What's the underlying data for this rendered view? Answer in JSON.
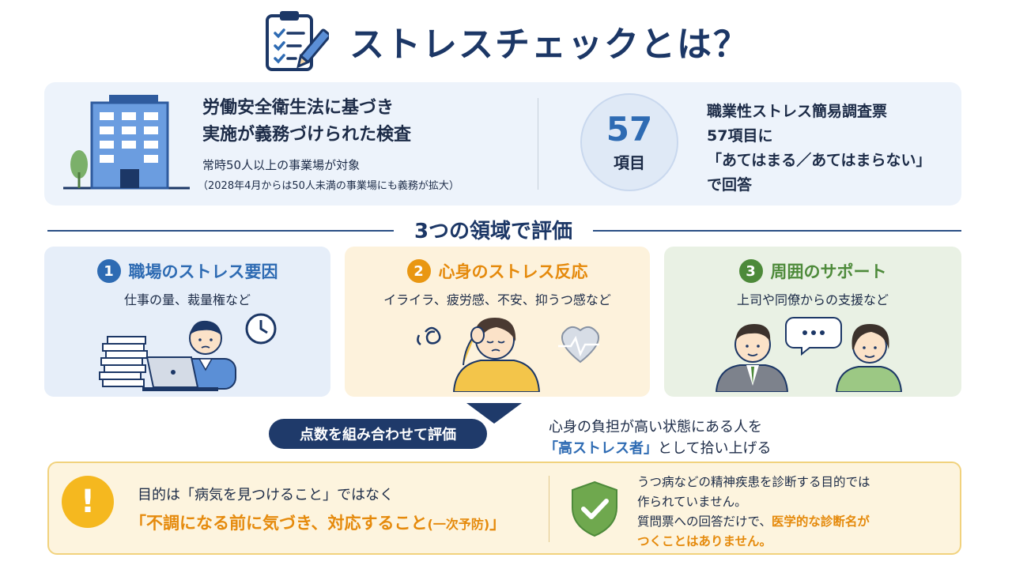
{
  "header": {
    "title": "ストレスチェックとは？",
    "icon": "clipboard-checklist-icon"
  },
  "law": {
    "title_line1": "労働安全衛生法に基づき",
    "title_line2": "実施が義務づけられた検査",
    "note1": "常時50人以上の事業場が対象",
    "note2": "（2028年4月からは50人未満の事業場にも義務が拡大）",
    "icon": "office-building-icon"
  },
  "questionnaire": {
    "count": "57",
    "unit": "項目",
    "line1": "職業性ストレス簡易調査票",
    "line2": "57項目に",
    "line3": "「あてはまる／あてはまらない」",
    "line4": "で回答"
  },
  "section": {
    "title": "3つの領域で評価"
  },
  "domains": [
    {
      "number": "1",
      "title": "職場のストレス要因",
      "subtitle": "仕事の量、裁量権など",
      "color": "#2e6bb3",
      "icon": "busy-worker-with-documents-and-clock-icon"
    },
    {
      "number": "2",
      "title": "心身のストレス反応",
      "subtitle": "イライラ、疲労感、不安、抑うつ感など",
      "color": "#e99712",
      "icon": "tired-woman-with-heartbeat-icon"
    },
    {
      "number": "3",
      "title": "周囲のサポート",
      "subtitle": "上司や同僚からの支援など",
      "color": "#4d8a3a",
      "icon": "colleagues-talking-speech-bubble-icon"
    }
  ],
  "evaluation": {
    "pill": "点数を組み合わせて評価",
    "line1": "心身の負担が高い状態にある人を",
    "highlight": "「高ストレス者」",
    "line2_rest": "として拾い上げる"
  },
  "purpose": {
    "line1": "目的は「病気を見つけること」ではなく",
    "line2_main": "「不調になる前に気づき、対応すること",
    "line2_small": "(一次予防)",
    "line2_close": "」",
    "icon": "exclamation-warning-icon"
  },
  "diagnosis": {
    "line1": "うつ病などの精神疾患を診断する目的では",
    "line2": "作られていません。",
    "line3_plain": "質問票への回答だけで、",
    "line3_em": "医学的な診断名が",
    "line4_em": "つくことはありません。",
    "icon": "shield-check-icon"
  },
  "colors": {
    "navy": "#1c3766",
    "blue": "#2e6bb3",
    "orange": "#e58a0c",
    "green": "#4d8a3a",
    "warning": "#f5b81f"
  }
}
